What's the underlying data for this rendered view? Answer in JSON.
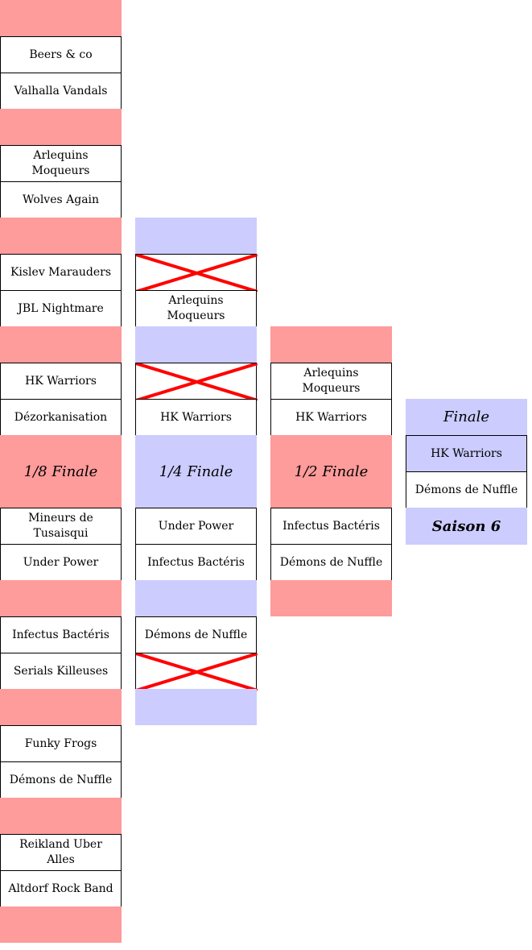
{
  "rounds": {
    "r16_label": "1/8 Finale",
    "qf_label": "1/4 Finale",
    "sf_label": "1/2 Finale",
    "final_label": "Finale",
    "season_label": "Saison 6"
  },
  "round_of_16": [
    {
      "team1": "Beers & co",
      "team2": "Valhalla Vandals"
    },
    {
      "team1": "Arlequins Moqueurs",
      "team2": "Wolves Again"
    },
    {
      "team1": "Kislev Marauders",
      "team2": "JBL Nightmare"
    },
    {
      "team1": "HK Warriors",
      "team2": "Dézorkanisation"
    },
    {
      "team1": "Mineurs de Tusaisqui",
      "team2": "Under Power"
    },
    {
      "team1": "Infectus Bactéris",
      "team2": "Serials Killeuses"
    },
    {
      "team1": "Funky Frogs",
      "team2": "Démons de Nuffle"
    },
    {
      "team1": "Reikland Uber Alles",
      "team2": "Altdorf Rock Band"
    }
  ],
  "quarter_finals": [
    {
      "team1": "",
      "team1_struck": true,
      "team2": "Arlequins Moqueurs"
    },
    {
      "team1": "",
      "team1_struck": true,
      "team2": "HK Warriors"
    },
    {
      "team1": "Under Power",
      "team2": "Infectus Bactéris"
    },
    {
      "team1": "Démons de Nuffle",
      "team2": "",
      "team2_struck": true
    }
  ],
  "semi_finals": [
    {
      "team1": "Arlequins Moqueurs",
      "team2": "HK Warriors"
    },
    {
      "team1": "Infectus Bactéris",
      "team2": "Démons de Nuffle"
    }
  ],
  "final": {
    "team1": "HK Warriors",
    "team2": "Démons de Nuffle"
  },
  "colors": {
    "red_band": "#fe9b9b",
    "blue_band": "#ccccff",
    "strike": "#ff0000"
  }
}
